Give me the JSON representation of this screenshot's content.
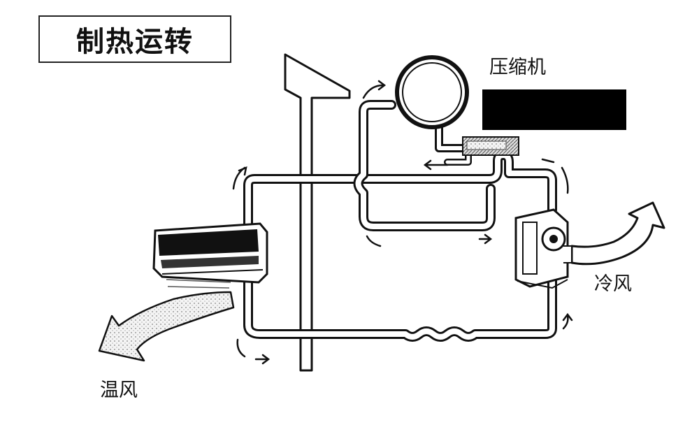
{
  "title": "制热运转",
  "labels": {
    "compressor": "压缩机",
    "cold_air": "冷风",
    "warm_air": "温风"
  }
}
